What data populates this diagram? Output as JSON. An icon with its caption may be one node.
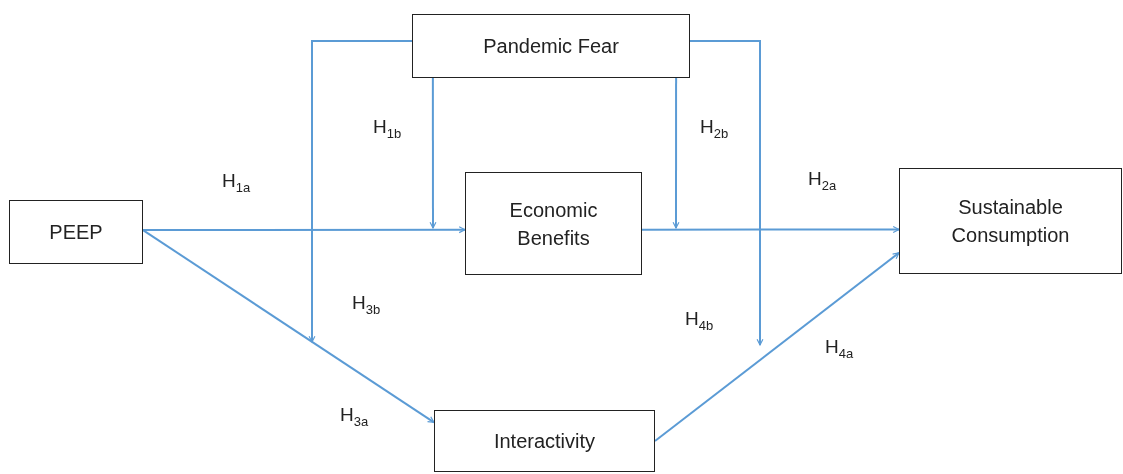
{
  "diagram": {
    "nodes": [
      {
        "text": [
          "Pandemic Fear"
        ]
      },
      {
        "text": [
          "PEEP"
        ]
      },
      {
        "text": [
          "Economic Benefits"
        ]
      },
      {
        "text": [
          "Sustainable Consumption"
        ]
      },
      {
        "text": [
          "Interactivity"
        ]
      }
    ],
    "edges": [
      {
        "from": 1,
        "to": 2,
        "arrow": "to",
        "label": "H$_{1a}$"
      },
      {
        "from": 2,
        "to": 3,
        "arrow": "to",
        "label": "H$_{2a}$"
      },
      {
        "from": 1,
        "to": 4,
        "arrow": "to",
        "label": "H$_{3a}$"
      },
      {
        "from": 4,
        "to": 3,
        "arrow": "to",
        "label": "H$_{4a}$"
      },
      {
        "from": 0,
        "to": null,
        "arrow": "to",
        "label": "H$_{1b}$"
      },
      {
        "from": 0,
        "to": null,
        "arrow": "to",
        "label": "H$_{2b}$"
      },
      {
        "from": 0,
        "to": null,
        "arrow": "to",
        "label": "H$_{3b}$"
      },
      {
        "from": 0,
        "to": null,
        "arrow": "to",
        "label": "H$_{4b}$"
      }
    ]
  }
}
